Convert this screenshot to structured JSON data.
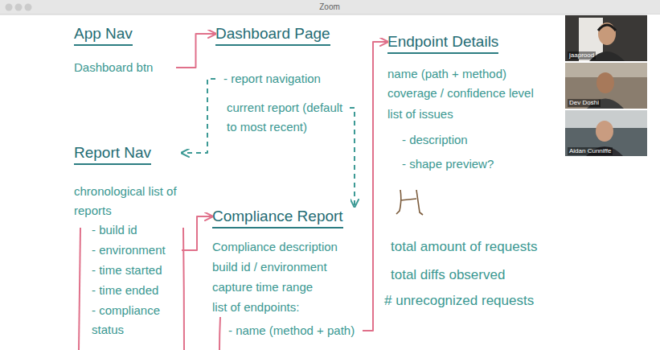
{
  "diagram": {
    "nodes": [
      {
        "text": [
          "App Nav",
          "Dashboard btn"
        ]
      },
      {
        "text": [
          "Dashboard Page",
          "- report navigation",
          "current report (default to most recent)"
        ]
      },
      {
        "text": [
          "Report Nav",
          "chronological list of reports",
          "- build id",
          "- environment",
          "- time started",
          "- time ended",
          "- compliance status"
        ]
      },
      {
        "text": [
          "Compliance Report",
          "Compliance description",
          "build id / environment",
          "capture time range",
          "list of endpoints:",
          "- name (method + path)"
        ]
      },
      {
        "text": [
          "Endpoint Details",
          "name (path + method)",
          "coverage / confidence level",
          "list of issues",
          "- description",
          "- shape preview?"
        ]
      }
    ],
    "edges": [
      {
        "from": 0,
        "to": 1,
        "arrow": "to"
      },
      {
        "from": 1,
        "to": 2,
        "arrow": "to"
      },
      {
        "from": 1,
        "to": 3,
        "arrow": "to"
      },
      {
        "from": 2,
        "to": 3,
        "arrow": "to"
      },
      {
        "from": 3,
        "to": 4,
        "arrow": "to"
      }
    ],
    "labels": [
      "Zoom",
      "total amount of requests",
      "total diffs observed",
      "# unrecognized requests",
      "jaaprood",
      "Dev Doshi",
      "Aidan Cunniffe"
    ]
  }
}
